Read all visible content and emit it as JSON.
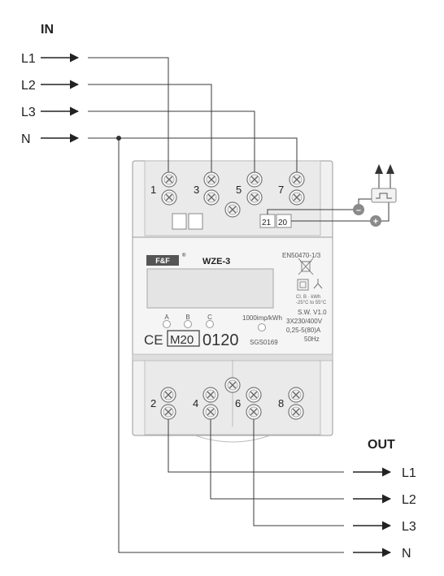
{
  "headings": {
    "in": "IN",
    "out": "OUT"
  },
  "inputs": [
    "L1",
    "L2",
    "L3",
    "N"
  ],
  "outputs": [
    "L1",
    "L2",
    "L3",
    "N"
  ],
  "top_terminals": [
    "1",
    "3",
    "5",
    "7"
  ],
  "bottom_terminals": [
    "2",
    "4",
    "6",
    "8"
  ],
  "pulse_terminals": [
    "21",
    "20"
  ],
  "pulse_polarity": {
    "minus": "–",
    "plus": "+"
  },
  "meter": {
    "brand": "F&F",
    "registered": "®",
    "model": "WZE-3",
    "standard": "EN50470-1/3",
    "phase_labels": [
      "A",
      "B",
      "C"
    ],
    "impulse_rate": "1000imp/kWh",
    "class_info": "Cl. B · kWh",
    "temp_range": "-25°C to 55°C",
    "software": "S.W. V1.0",
    "voltage": "3X230/400V",
    "current": "0,25-5(80)A",
    "frequency": "50Hz",
    "ce_mark": "CE",
    "mid_mark": "M20",
    "notified_body": "0120",
    "certificate": "SGS0169"
  },
  "colors": {
    "line": "#3a3a3a",
    "device_body": "#f1f1f1",
    "device_edge": "#9a9a9a",
    "display": "#e4e4e4"
  }
}
